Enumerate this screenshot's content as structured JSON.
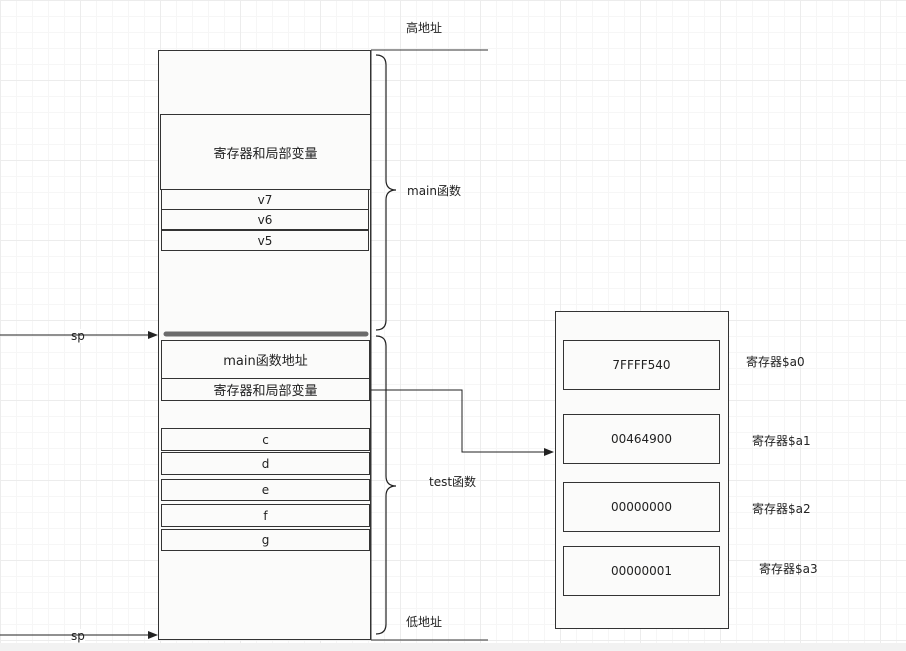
{
  "labels": {
    "high_address": "高地址",
    "low_address": "低地址",
    "main_function": "main函数",
    "test_function": "test函数",
    "sp_top": "sp",
    "sp_bottom": "sp"
  },
  "main_frame": {
    "saved_regs": "寄存器和局部变量",
    "vars": [
      "v7",
      "v6",
      "v5"
    ]
  },
  "test_frame": {
    "return_addr": "main函数地址",
    "saved_regs": "寄存器和局部变量",
    "vars": [
      "c",
      "d",
      "e",
      "f",
      "g"
    ]
  },
  "registers": [
    {
      "value": "7FFFF540",
      "name": "寄存器$a0"
    },
    {
      "value": "00464900",
      "name": "寄存器$a1"
    },
    {
      "value": "00000000",
      "name": "寄存器$a2"
    },
    {
      "value": "00000001",
      "name": "寄存器$a3"
    }
  ]
}
